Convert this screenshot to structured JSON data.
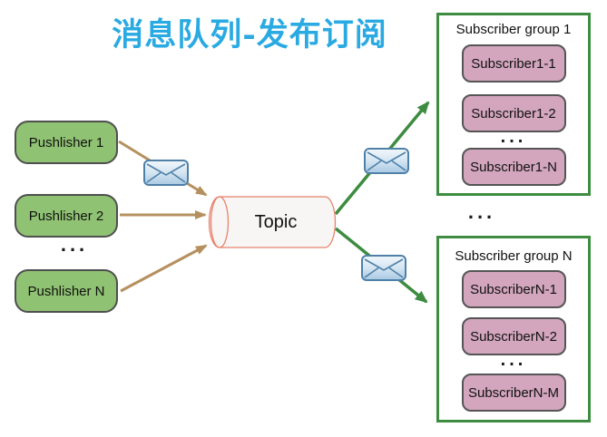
{
  "title": "消息队列-发布订阅",
  "publishers": {
    "items": [
      {
        "label": "Pushlisher 1"
      },
      {
        "label": "Pushlisher 2"
      },
      {
        "label": "Pushlisher N"
      }
    ],
    "ellipsis": "..."
  },
  "topic": {
    "label": "Topic"
  },
  "subscriber_groups": {
    "group1": {
      "title": "Subscriber group 1",
      "items": [
        {
          "label": "Subscriber1-1"
        },
        {
          "label": "Subscriber1-2"
        },
        {
          "label": "Subscriber1-N"
        }
      ],
      "ellipsis": "..."
    },
    "ellipsis_between": "...",
    "groupN": {
      "title": "Subscriber group N",
      "items": [
        {
          "label": "SubscriberN-1"
        },
        {
          "label": "SubscriberN-2"
        },
        {
          "label": "SubscriberN-M"
        }
      ],
      "ellipsis": "..."
    }
  },
  "icons": {
    "envelope": "envelope-icon"
  },
  "colors": {
    "title_blue": "#2aaae2",
    "publisher_green": "#8fc272",
    "publisher_border": "#4f4f4f",
    "subscriber_pink": "#d3a6be",
    "subscriber_border": "#555555",
    "group_border_green": "#3d8c40",
    "publish_arrow_tan": "#b5905e",
    "subscribe_arrow_green": "#3d8c40",
    "topic_border": "#e8826b",
    "topic_fill": "#f7f6f5",
    "envelope_blue": "#4e80a8"
  }
}
